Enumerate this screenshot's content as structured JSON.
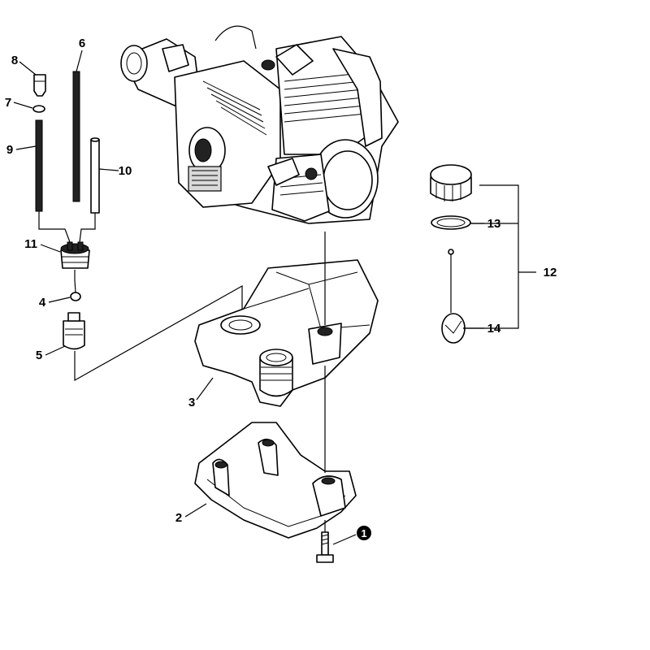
{
  "labels": {
    "p1": "1",
    "p2": "2",
    "p3": "3",
    "p4": "4",
    "p5": "5",
    "p6": "6",
    "p7": "7",
    "p8": "8",
    "p9": "9",
    "p10": "10",
    "p11": "11",
    "p12": "12",
    "p13": "13",
    "p14": "14"
  },
  "parts": [
    {
      "id": "engine-assembly"
    },
    {
      "id": "fuel-tank",
      "label_key": "p3"
    },
    {
      "id": "tank-cover",
      "label_key": "p2"
    },
    {
      "id": "bolt",
      "label_key": "p1"
    },
    {
      "id": "fuel-cap",
      "label_key": "p12"
    },
    {
      "id": "gasket",
      "label_key": "p13"
    },
    {
      "id": "cap-strap",
      "label_key": "p14"
    },
    {
      "id": "grommet",
      "label_key": "p11"
    },
    {
      "id": "fuel-filter",
      "label_key": "p5"
    },
    {
      "id": "clip",
      "label_key": "p4"
    },
    {
      "id": "fuel-pipe-6",
      "label_key": "p6"
    },
    {
      "id": "fuel-pipe-9",
      "label_key": "p9"
    },
    {
      "id": "tube-10",
      "label_key": "p10"
    },
    {
      "id": "fitting-8",
      "label_key": "p8"
    },
    {
      "id": "o-ring-7",
      "label_key": "p7"
    }
  ]
}
